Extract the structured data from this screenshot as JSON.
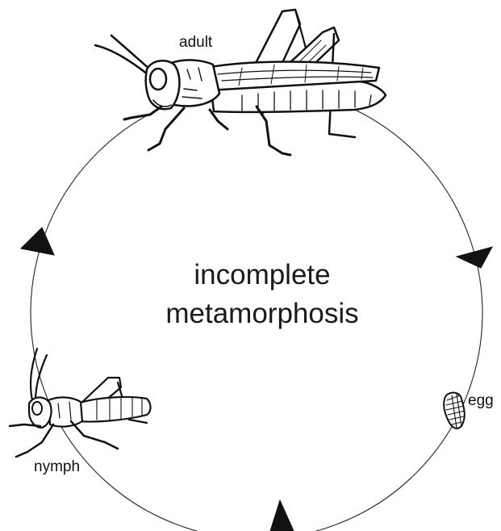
{
  "title": {
    "line1": "incomplete",
    "line2": "metamorphosis"
  },
  "stages": {
    "adult": "adult",
    "egg": "egg",
    "nymph": "nymph"
  },
  "colors": {
    "ink": "#111111",
    "background": "#ffffff"
  },
  "cycle_direction": "clockwise"
}
